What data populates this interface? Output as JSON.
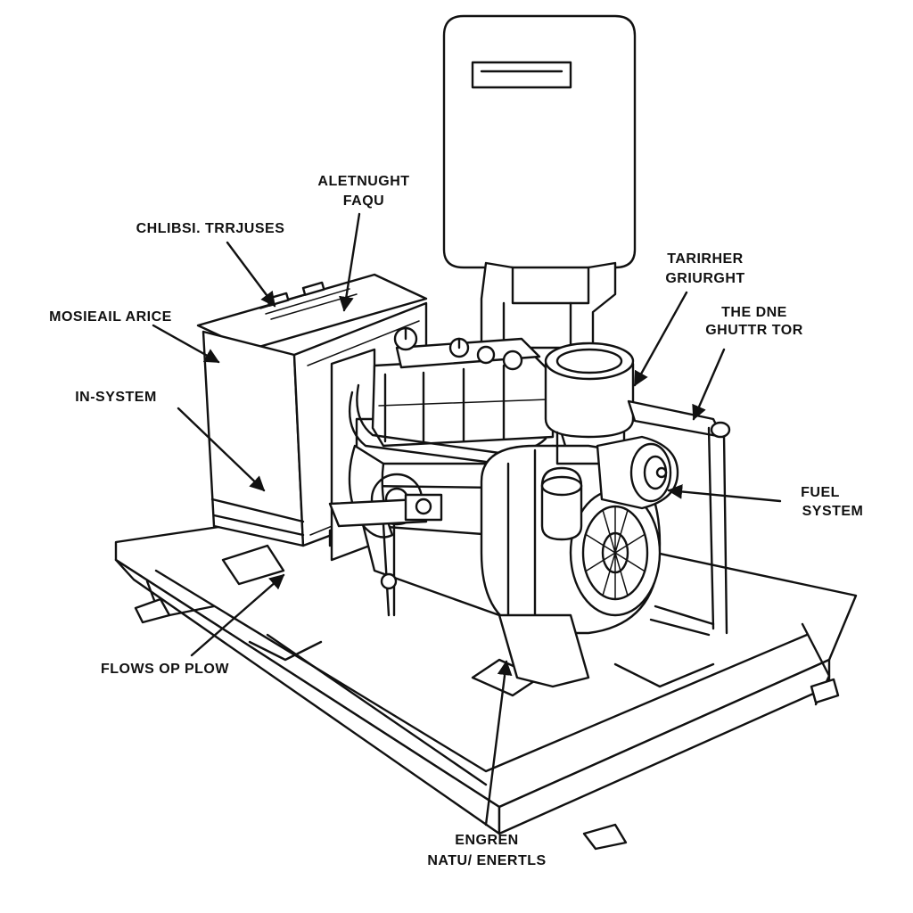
{
  "labels": {
    "alternator_line1": "ALETNUGHT",
    "alternator_line2": "FAQU",
    "chassis": "CHLIBSI. TRRJUSES",
    "radiator": "MOSIEAIL ARICE",
    "insystem": "IN-SYSTEM",
    "turbo_line1": "TARIRHER",
    "turbo_line2": "GRIURGHT",
    "governor_line1": "THE DNE",
    "governor_line2": "GHUTTR TOR",
    "fuel_line1": "FUEL",
    "fuel_line2": "SYSTEM",
    "flows": "FLOWS OP PLOW",
    "engine_line1": "ENGREN",
    "engine_line2": "NATU/ ENERTLS"
  },
  "colors": {
    "ink": "#111111",
    "paper": "#ffffff"
  }
}
